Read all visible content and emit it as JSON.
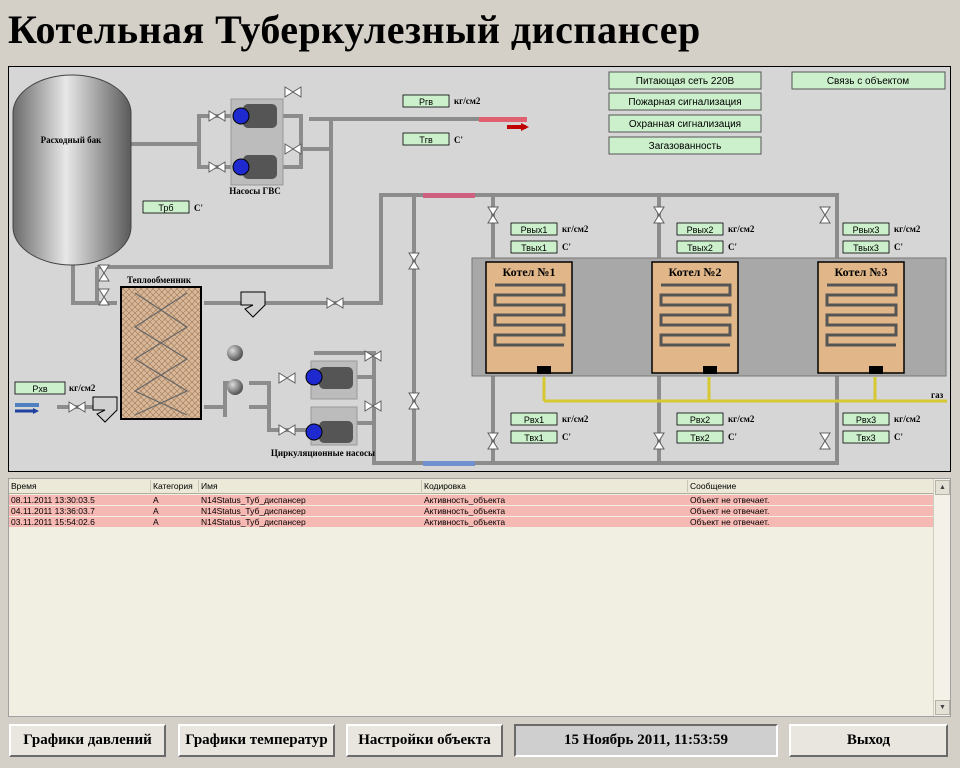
{
  "title": "Котельная Туберкулезный диспансер",
  "scheme": {
    "tank_label": "Расходный бак",
    "gvs_pumps_label": "Насосы ГВС",
    "heat_exchanger_label": "Теплообменник",
    "circ_pumps_label": "Циркуляционные насосы",
    "gas_label": "газ",
    "status_buttons": {
      "power": "Питающая сеть 220В",
      "fire": "Пожарная сигнализация",
      "security": "Охранная сигнализация",
      "gas": "Загазованность",
      "link": "Связь с объектом"
    },
    "sensors": {
      "prgv": "Ргв",
      "tgv": "Тгв",
      "trb": "Трб",
      "prv": "Рхв",
      "pvyh1": "Рвых1",
      "tvyh1": "Твых1",
      "pvh1": "Рвх1",
      "tvh1": "Твх1",
      "pvyh2": "Рвых2",
      "tvyh2": "Твых2",
      "pvh2": "Рвх2",
      "tvh2": "Твх2",
      "pvyh3": "Рвых3",
      "tvyh3": "Твых3",
      "pvh3": "Рвх3",
      "tvh3": "Твх3"
    },
    "units": {
      "pressure": "кг/см2",
      "temp": "С'"
    },
    "boilers": [
      "Котел №1",
      "Котел №2",
      "Котел №3"
    ]
  },
  "events": {
    "columns": [
      "Время",
      "Категория",
      "Имя",
      "Кодировка",
      "Сообщение"
    ],
    "rows": [
      [
        "08.11.2011 13:30:03.5",
        "A",
        "N14Status_Туб_диспансер",
        "Активность_объекта",
        "Объект не отвечает."
      ],
      [
        "04.11.2011 13:36:03.7",
        "A",
        "N14Status_Туб_диспансер",
        "Активность_объекта",
        "Объект не отвечает."
      ],
      [
        "03.11.2011 15:54:02.6",
        "A",
        "N14Status_Туб_диспансер",
        "Активность_объекта",
        "Объект не отвечает."
      ]
    ]
  },
  "footer": {
    "pressure_charts": "Графики давлений",
    "temp_charts": "Графики температур",
    "settings": "Настройки объекта",
    "datetime": "15 Ноябрь 2011, 11:53:59",
    "exit": "Выход"
  },
  "colors": {
    "status_green": "#ccf0cc",
    "alarm_row": "#f6b8b3",
    "boiler_fill": "#e1b78a",
    "pipe": "#8c8c8c",
    "gas_pipe": "#d6c830"
  }
}
